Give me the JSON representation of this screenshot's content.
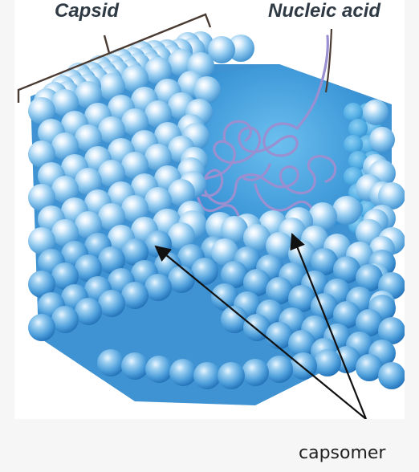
{
  "labels": {
    "capsid": "Capsid",
    "nucleic_acid": "Nucleic acid",
    "capsomer": "capsomer"
  },
  "colors": {
    "capsomer_light": "#e6f3fd",
    "capsomer_mid": "#8ec8ee",
    "capsomer_dark": "#3d8fcf",
    "interior": "#4aa3de",
    "nucleic_acid_strand": "#9a8fd0",
    "bracket_line": "#4a3b33",
    "arrow": "#111111"
  }
}
